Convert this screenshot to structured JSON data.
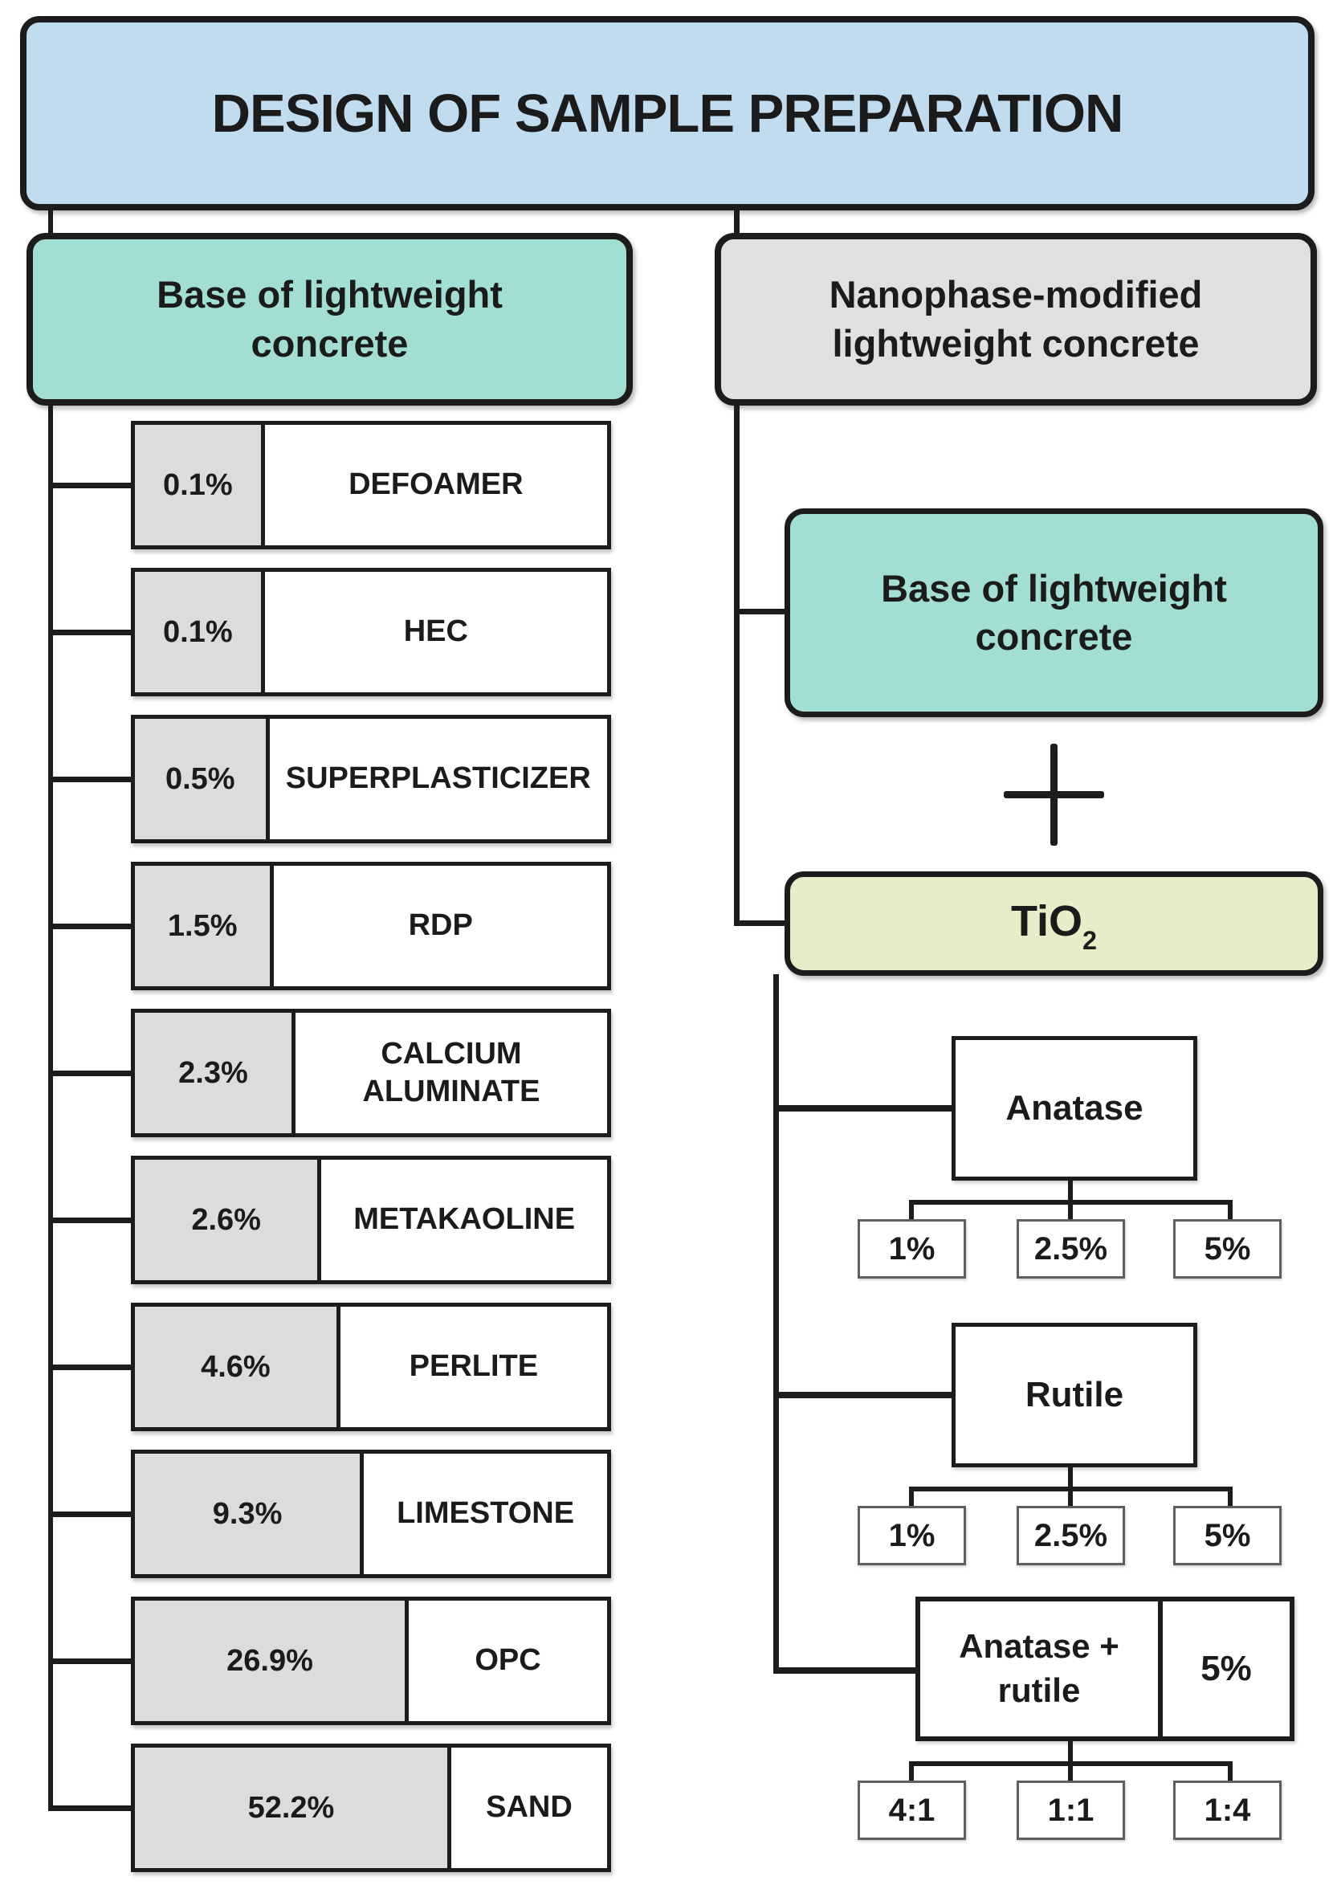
{
  "title": "DESIGN OF SAMPLE PREPARATION",
  "left_branch": {
    "header": "Base of lightweight concrete",
    "ingredients": [
      {
        "pct": "0.1%",
        "name": "DEFOAMER",
        "bar": "27.5%"
      },
      {
        "pct": "0.1%",
        "name": "HEC",
        "bar": "27.5%"
      },
      {
        "pct": "0.5%",
        "name": "SUPERPLASTICIZER",
        "bar": "28.5%"
      },
      {
        "pct": "1.5%",
        "name": "RDP",
        "bar": "29.5%"
      },
      {
        "pct": "2.3%",
        "name": "CALCIUM ALUMINATE",
        "bar": "34%"
      },
      {
        "pct": "2.6%",
        "name": "METAKAOLINE",
        "bar": "39.5%"
      },
      {
        "pct": "4.6%",
        "name": "PERLITE",
        "bar": "43.5%"
      },
      {
        "pct": "9.3%",
        "name": "LIMESTONE",
        "bar": "48.5%"
      },
      {
        "pct": "26.9%",
        "name": "OPC",
        "bar": "58%"
      },
      {
        "pct": "52.2%",
        "name": "SAND",
        "bar": "67%"
      }
    ]
  },
  "right_branch": {
    "header": "Nanophase-modified lightweight concrete",
    "base": "Base of lightweight concrete",
    "plus": "+",
    "tio2": {
      "formula": "TiO",
      "subscript": "2"
    },
    "anatase": {
      "name": "Anatase",
      "doses": [
        "1%",
        "2.5%",
        "5%"
      ]
    },
    "rutile": {
      "name": "Rutile",
      "doses": [
        "1%",
        "2.5%",
        "5%"
      ]
    },
    "mix": {
      "name": "Anatase + rutile",
      "dose": "5%",
      "ratios": [
        "4:1",
        "1:1",
        "1:4"
      ]
    }
  },
  "colors": {
    "title_bg": "#c2dcef",
    "teal_bg": "#a2ded4",
    "gray_bg": "#e0e0e0",
    "tio2_bg": "#e6edc8",
    "bar_fill": "#dcdcdc",
    "line": "#1c1c1c"
  }
}
